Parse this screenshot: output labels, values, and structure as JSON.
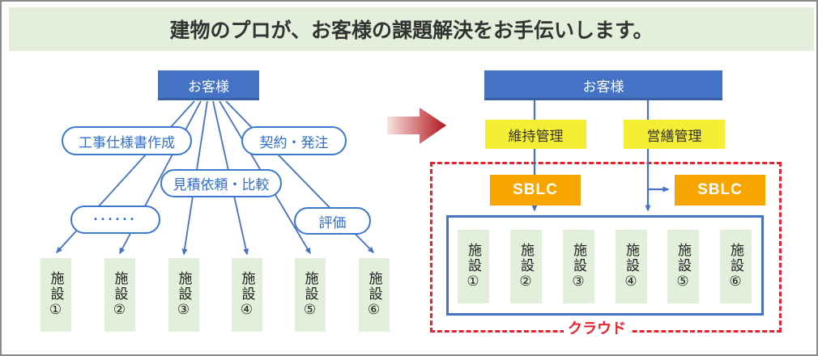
{
  "header": {
    "title": "建物のプロが、お客様の課題解決をお手伝いします。"
  },
  "palette": {
    "accent_blue": "#4472C4",
    "light_green_box": "#E2EFDA",
    "header_green": "#E3EFDA",
    "yellow_box": "#F5EE35",
    "orange_box": "#F9A500",
    "red_dotted": "#E8212B",
    "arrow_gradient_start": "#F7E3E0",
    "arrow_gradient_end": "#B0151B"
  },
  "before": {
    "customer_label": "お客様",
    "task_bubbles": {
      "spec": "工事仕様書作成",
      "contract": "契約・発注",
      "estimate": "見積依頼・比較",
      "dots": "······",
      "evaluation": "評価"
    },
    "facilities": [
      "施設①",
      "施設②",
      "施設③",
      "施設④",
      "施設⑤",
      "施設⑥"
    ]
  },
  "after": {
    "customer_label": "お客様",
    "maintenance_label": "維持管理",
    "repair_label": "営繕管理",
    "sblc_left_label": "SBLC",
    "sblc_right_label": "SBLC",
    "facilities": [
      "施設①",
      "施設②",
      "施設③",
      "施設④",
      "施設⑤",
      "施設⑥"
    ],
    "cloud_label": "クラウド"
  }
}
